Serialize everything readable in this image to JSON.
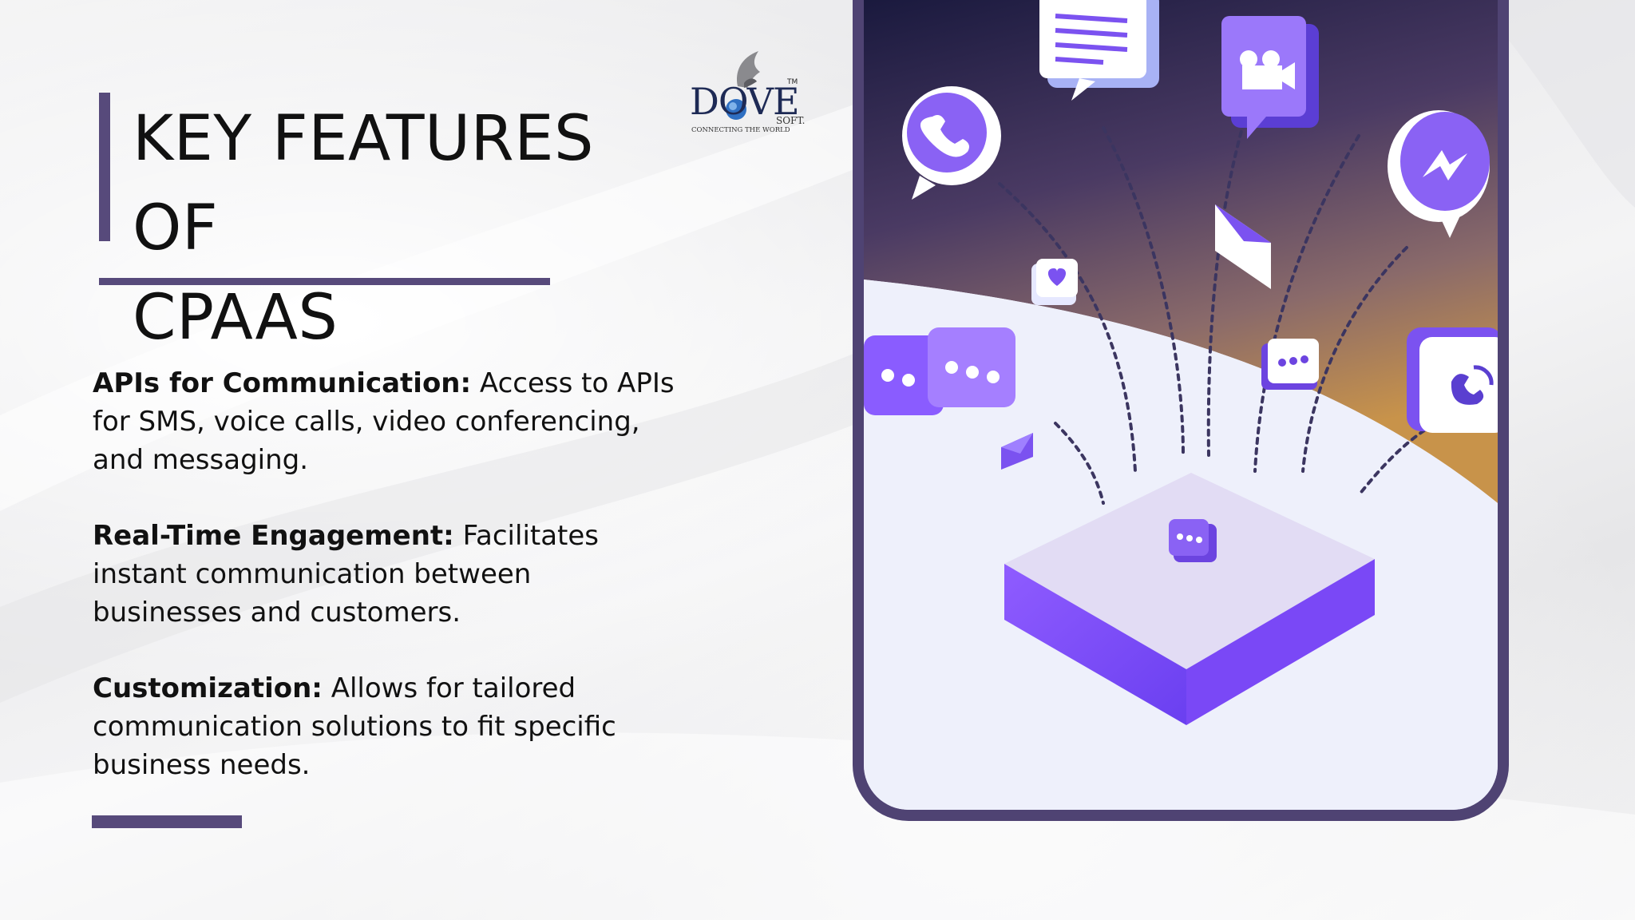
{
  "slide": {
    "title_line1": "KEY FEATURES OF",
    "title_line2": "CPAAS"
  },
  "logo": {
    "brand": "DOVE",
    "trademark": "TM",
    "sub": "SOFT.",
    "tagline": "CONNECTING THE WORLD"
  },
  "features": [
    {
      "heading": "APIs for Communication:",
      "text": " Access to APIs for SMS, voice calls, video conferencing, and messaging."
    },
    {
      "heading": "Real-Time Engagement:",
      "text": " Facilitates instant communication between businesses and customers."
    },
    {
      "heading": "Customization:",
      "text": " Allows for tailored communication solutions to fit specific business needs."
    }
  ],
  "colors": {
    "accent": "#574a7b",
    "phone_frame": "#4f4373",
    "icon_purple": "#7b52f0",
    "sky_top": "#15163a",
    "sky_bottom": "#c8934a"
  },
  "illustration": {
    "icons": [
      "phone-call-icon",
      "message-lines-icon",
      "video-camera-icon",
      "messenger-icon",
      "envelope-icon",
      "heart-chat-icon",
      "chat-dots-icon",
      "chat-dots-small-icon",
      "chat-call-icon",
      "envelope-small-icon",
      "platform-chat-icon"
    ]
  }
}
